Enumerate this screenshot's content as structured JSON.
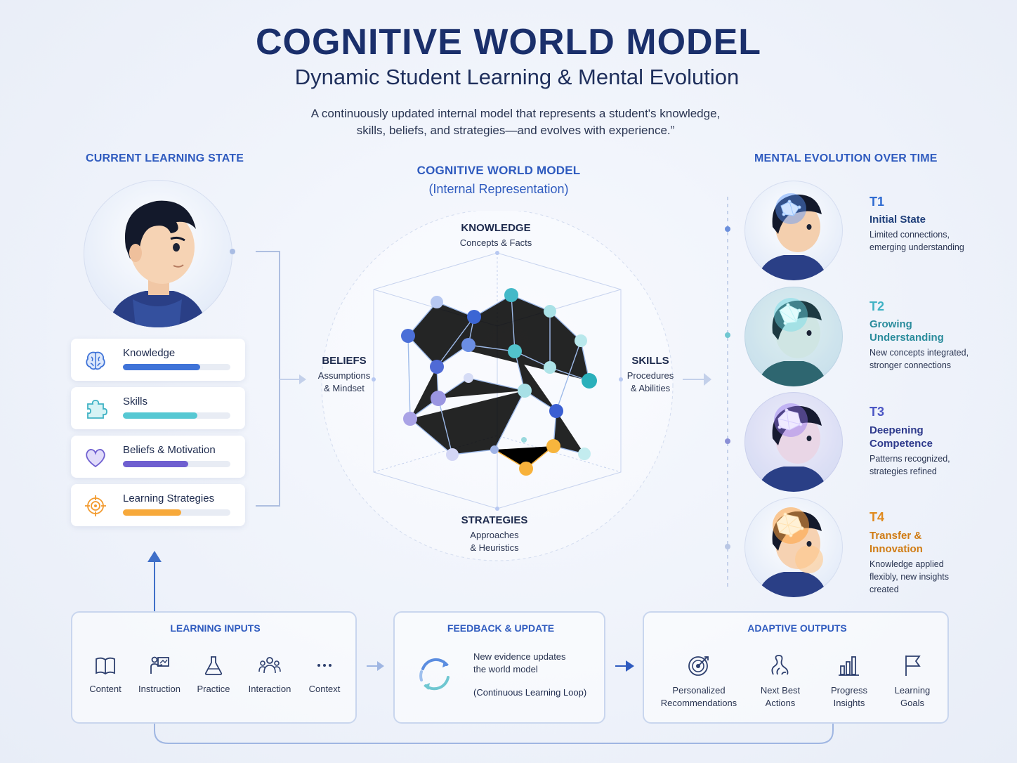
{
  "header": {
    "title": "COGNITIVE WORLD MODEL",
    "subtitle": "Dynamic Student Learning & Mental Evolution",
    "description_line1": "A continuously updated internal model that represents a student's knowledge,",
    "description_line2": "skills, beliefs, and strategies—and evolves with experience.”"
  },
  "left": {
    "heading": "CURRENT LEARNING STATE",
    "cards": [
      {
        "label": "Knowledge",
        "icon": "brain-icon",
        "color": "#3f73d8",
        "level": 0.72
      },
      {
        "label": "Skills",
        "icon": "puzzle-icon",
        "color": "#56c8d3",
        "level": 0.69
      },
      {
        "label": "Beliefs & Motivation",
        "icon": "heart-icon",
        "color": "#6f5fd0",
        "level": 0.61
      },
      {
        "label": "Learning Strategies",
        "icon": "target-icon",
        "color": "#f7a93b",
        "level": 0.54
      }
    ]
  },
  "center": {
    "heading": "COGNITIVE WORLD MODEL",
    "subheading": "(Internal Representation)",
    "knowledge": {
      "title": "KNOWLEDGE",
      "sub": "Concepts & Facts"
    },
    "beliefs": {
      "title": "BELIEFS",
      "sub1": "Assumptions",
      "sub2": "& Mindset"
    },
    "skills": {
      "title": "SKILLS",
      "sub1": "Procedures",
      "sub2": "& Abilities"
    },
    "strategies": {
      "title": "STRATEGIES",
      "sub1": "Approaches",
      "sub2": "& Heuristics"
    }
  },
  "right": {
    "heading": "MENTAL EVOLUTION OVER TIME",
    "stages": [
      {
        "label": "T1",
        "title1": "Initial State",
        "title2": "",
        "desc1": "Limited connections,",
        "desc2": "emerging understanding",
        "desc3": "",
        "color": "#2f6bd1",
        "title_color": "#1f3f7a"
      },
      {
        "label": "T2",
        "title1": "Growing",
        "title2": "Understanding",
        "desc1": "New concepts integrated,",
        "desc2": "stronger connections",
        "desc3": "",
        "color": "#3fb2c4",
        "title_color": "#2a8c9c"
      },
      {
        "label": "T3",
        "title1": "Deepening",
        "title2": "Competence",
        "desc1": "Patterns recognized,",
        "desc2": "strategies refined",
        "desc3": "",
        "color": "#4b56c4",
        "title_color": "#2e3a8c"
      },
      {
        "label": "T4",
        "title1": "Transfer &",
        "title2": "Innovation",
        "desc1": "Knowledge applied",
        "desc2": "flexibly, new insights",
        "desc3": "created",
        "color": "#e08a1e",
        "title_color": "#d07c14"
      }
    ]
  },
  "bottom": {
    "inputs": {
      "heading": "LEARNING INPUTS",
      "items": [
        {
          "label": "Content",
          "icon": "book-icon"
        },
        {
          "label": "Instruction",
          "icon": "teacher-icon"
        },
        {
          "label": "Practice",
          "icon": "flask-icon"
        },
        {
          "label": "Interaction",
          "icon": "group-icon"
        },
        {
          "label": "Context",
          "icon": "more-icon"
        }
      ]
    },
    "feedback": {
      "heading": "FEEDBACK & UPDATE",
      "line1": "New evidence updates",
      "line2": "the world model",
      "loop": "(Continuous Learning Loop)"
    },
    "outputs": {
      "heading": "ADAPTIVE OUTPUTS",
      "items": [
        {
          "label1": "Personalized",
          "label2": "Recommendations",
          "icon": "target-icon"
        },
        {
          "label1": "Next Best",
          "label2": "Actions",
          "icon": "path-icon"
        },
        {
          "label1": "Progress",
          "label2": "Insights",
          "icon": "bar-chart-icon"
        },
        {
          "label1": "Learning",
          "label2": "Goals",
          "icon": "flag-icon"
        }
      ]
    }
  }
}
